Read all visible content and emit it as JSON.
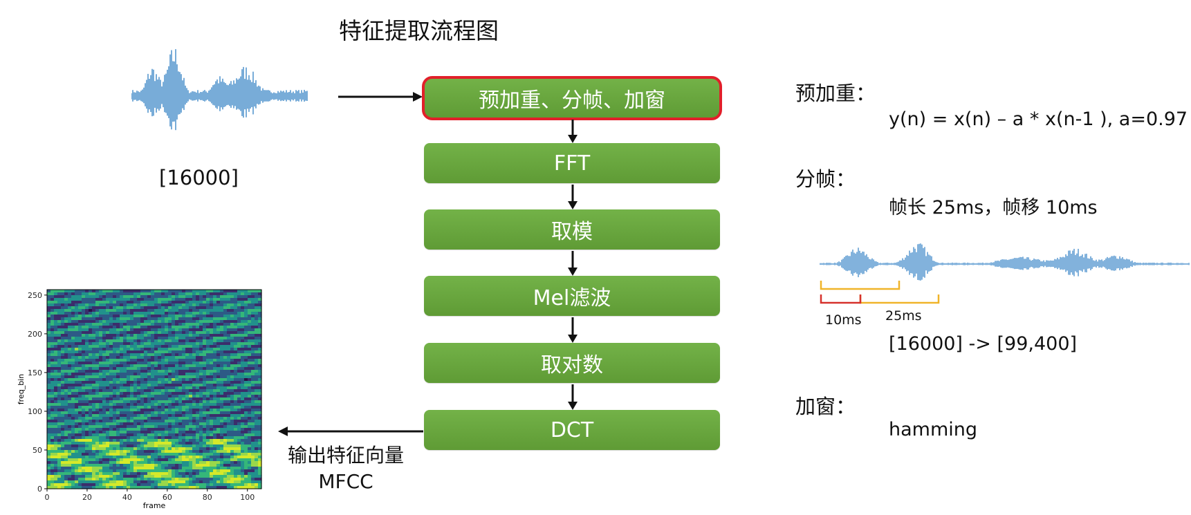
{
  "title": "特征提取流程图",
  "input_shape": "[16000]",
  "steps": [
    "预加重、分帧、加窗",
    "FFT",
    "取模",
    "Mel滤波",
    "取对数",
    "DCT"
  ],
  "output": {
    "line1": "输出特征向量",
    "line2": "MFCC"
  },
  "notes": {
    "preemph_label": "预加重：",
    "preemph_formula": "y(n) = x(n) – a * x(n-1 ), a=0.97",
    "framing_label": "分帧：",
    "framing_text": "帧长 25ms，帧移 10ms",
    "tick_10": "10ms",
    "tick_25": "25ms",
    "shape_change": "[16000] -> [99,400]",
    "window_label": "加窗：",
    "window_text": "hamming"
  },
  "colors": {
    "box": "#6aa83f",
    "highlight": "#e1202a",
    "wave": "#2f7fc4",
    "bracket_yellow": "#f0b429",
    "bracket_red": "#d6312b"
  },
  "chart_data": {
    "type": "heatmap",
    "title": "",
    "xlabel": "frame",
    "ylabel": "freq_bin",
    "xlim": [
      0,
      107
    ],
    "ylim": [
      0,
      257
    ],
    "xticks": [
      "0",
      "20",
      "40",
      "60",
      "80",
      "100"
    ],
    "yticks": [
      "0",
      "50",
      "100",
      "150",
      "200",
      "250"
    ],
    "colormap": "viridis"
  }
}
